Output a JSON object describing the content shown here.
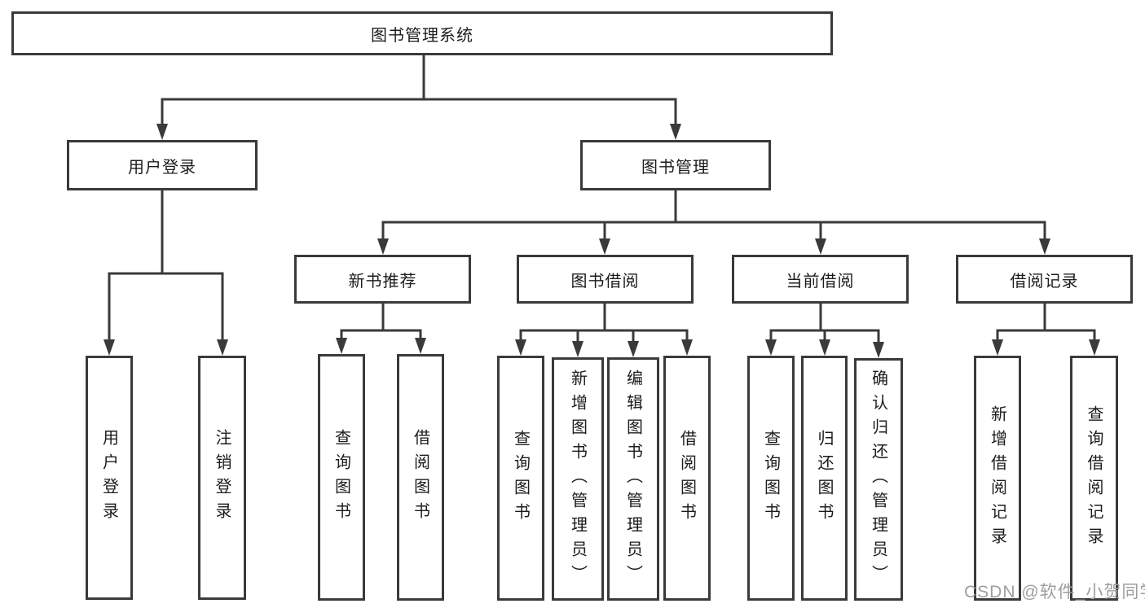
{
  "colors": {
    "line": "#3a3a3a",
    "box_border": "#3a3a3a",
    "text": "#1c1c1c",
    "watermark": "#9e9e9e",
    "background": "#ffffff"
  },
  "watermark": {
    "text": "CSDN @软件_小贺同学"
  },
  "tree": {
    "root": {
      "label": "图书管理系统"
    },
    "children": [
      {
        "label": "用户登录",
        "children": [
          {
            "label": "用户登录"
          },
          {
            "label": "注销登录"
          }
        ]
      },
      {
        "label": "图书管理",
        "children": [
          {
            "label": "新书推荐",
            "children": [
              {
                "label": "查询图书"
              },
              {
                "label": "借阅图书"
              }
            ]
          },
          {
            "label": "图书借阅",
            "children": [
              {
                "label": "查询图书"
              },
              {
                "label": "新增图书（管理员）"
              },
              {
                "label": "编辑图书（管理员）"
              },
              {
                "label": "借阅图书"
              }
            ]
          },
          {
            "label": "当前借阅",
            "children": [
              {
                "label": "查询图书"
              },
              {
                "label": "归还图书"
              },
              {
                "label": "确认归还（管理员）"
              }
            ]
          },
          {
            "label": "借阅记录",
            "children": [
              {
                "label": "新增借阅记录"
              },
              {
                "label": "查询借阅记录"
              }
            ]
          }
        ]
      }
    ]
  }
}
